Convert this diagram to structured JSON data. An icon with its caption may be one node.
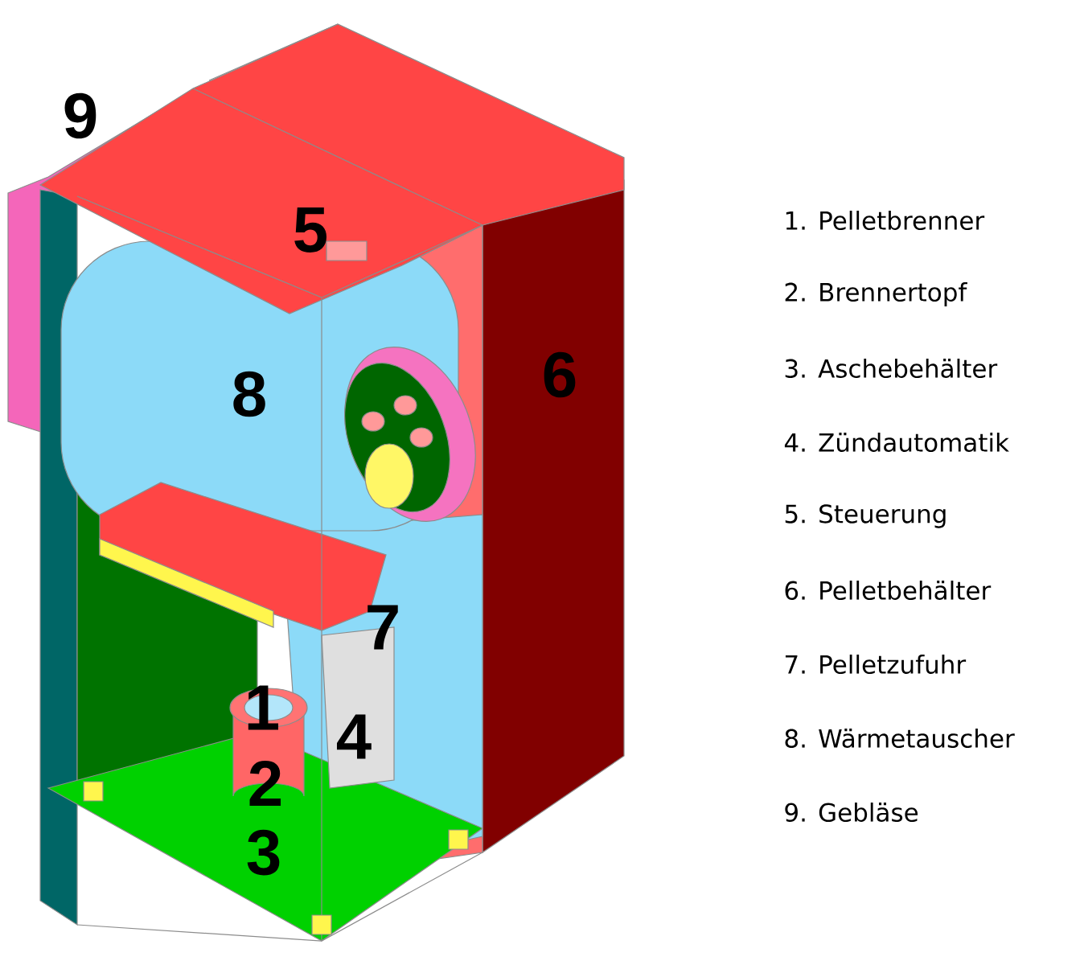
{
  "diagram": {
    "labels": [
      "9",
      "5",
      "8",
      "6",
      "7",
      "1",
      "4",
      "2",
      "3",
      "1. Pelletbrenner",
      "2. Brennertopf",
      "3. Aschebehälter",
      "4. Zündautomatik",
      "5. Steuerung",
      "6. Pelletbehälter",
      "7. Pelletzufuhr",
      "8. Wärmetauscher",
      "9. Gebläse"
    ]
  }
}
